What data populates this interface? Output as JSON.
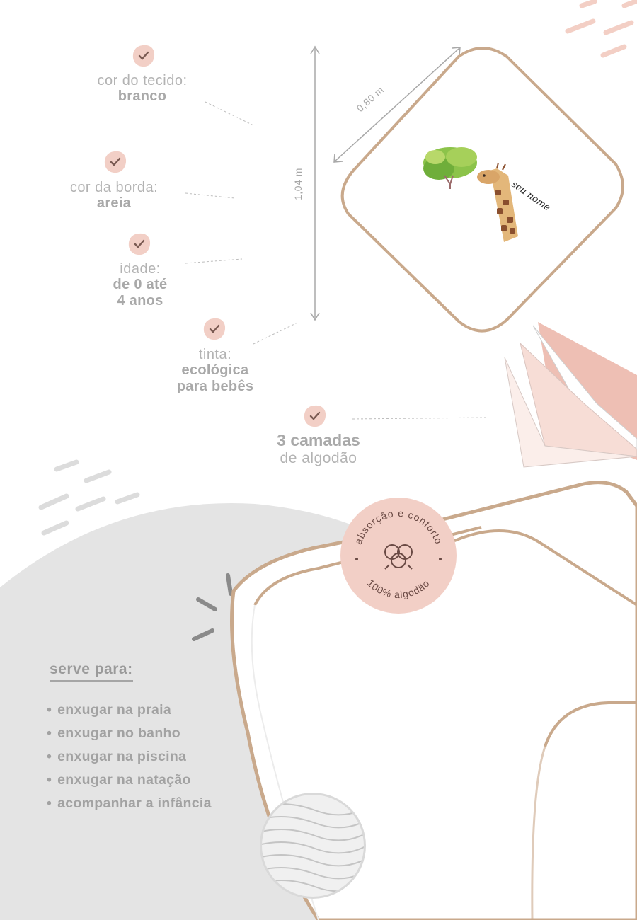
{
  "features": [
    {
      "label": "cor do tecido:",
      "value_lines": [
        "branco"
      ]
    },
    {
      "label": "cor da borda:",
      "value_lines": [
        "areia"
      ]
    },
    {
      "label": "idade:",
      "value_lines": [
        "de 0 até",
        "4 anos"
      ]
    },
    {
      "label": "tinta:",
      "value_lines": [
        "ecológica",
        "para bebês"
      ]
    }
  ],
  "dimensions": {
    "width": "0,80 m",
    "height": "1,04 m"
  },
  "towel_print": {
    "text": "seu nome"
  },
  "layers": {
    "title": "3 camadas",
    "subtitle": "de algodão"
  },
  "badge": {
    "top_text": "absorção e conforto",
    "bottom_text": "100% algodão",
    "icon": "cotton-flower-icon"
  },
  "serve_para": {
    "title": "serve para:",
    "items": [
      "enxugar na praia",
      "enxugar no banho",
      "enxugar na piscina",
      "enxugar na natação",
      "acompanhar a infância"
    ]
  },
  "colors": {
    "accent_pink": "#f2cfc6",
    "border_sand": "#c9a98c",
    "check": "#7a5a52",
    "gray_blob": "#e4e4e4"
  }
}
